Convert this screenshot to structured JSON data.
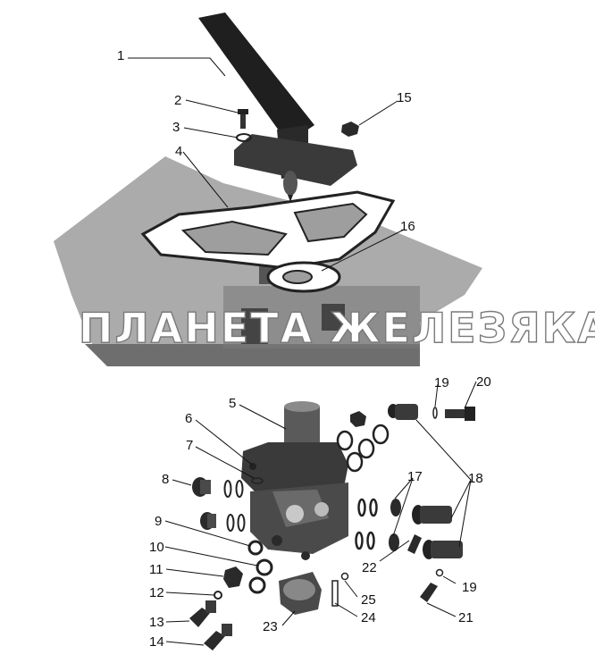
{
  "figure": {
    "type": "exploded-parts-diagram",
    "colors": {
      "ink": "#111111",
      "body": "#3a3a3a",
      "shadow": "#8a8a8a",
      "paper": "#ffffff",
      "watermark_outline": "#7a7a7a"
    },
    "watermark": "ПЛАНЕТА ЖЕЛЕЗЯКА",
    "callouts": {
      "c1": "1",
      "c2": "2",
      "c3": "3",
      "c4": "4",
      "c5": "5",
      "c6": "6",
      "c7": "7",
      "c8": "8",
      "c9": "9",
      "c10": "10",
      "c11": "11",
      "c12": "12",
      "c13": "13",
      "c14": "14",
      "c15": "15",
      "c16": "16",
      "c17": "17",
      "c18": "18",
      "c19a": "19",
      "c19b": "19",
      "c20": "20",
      "c21": "21",
      "c22": "22",
      "c23": "23",
      "c24": "24",
      "c25": "25"
    }
  }
}
